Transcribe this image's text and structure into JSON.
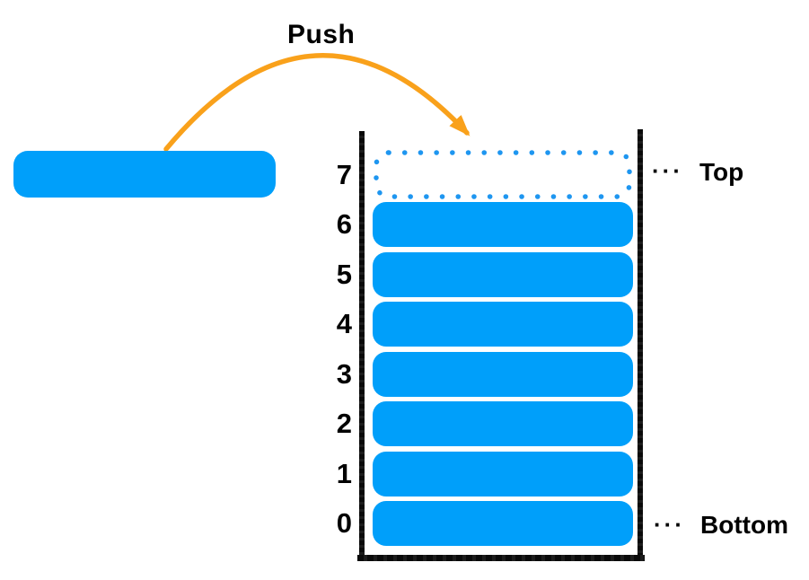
{
  "diagram": {
    "push_label": "Push",
    "top_label": "Top",
    "bottom_label": "Bottom",
    "ellipsis_top": "···",
    "ellipsis_bottom": "···"
  },
  "stack": {
    "slots": [
      {
        "index": "7",
        "state": "empty-dotted"
      },
      {
        "index": "6",
        "state": "filled"
      },
      {
        "index": "5",
        "state": "filled"
      },
      {
        "index": "4",
        "state": "filled"
      },
      {
        "index": "3",
        "state": "filled"
      },
      {
        "index": "2",
        "state": "filled"
      },
      {
        "index": "1",
        "state": "filled"
      },
      {
        "index": "0",
        "state": "filled"
      }
    ]
  },
  "colors": {
    "block_blue": "#009FFA",
    "dotted_blue": "#1E96F0",
    "arrow_orange": "#F9A11B",
    "wall_black": "#0B0B0B",
    "text_black": "#000000"
  }
}
